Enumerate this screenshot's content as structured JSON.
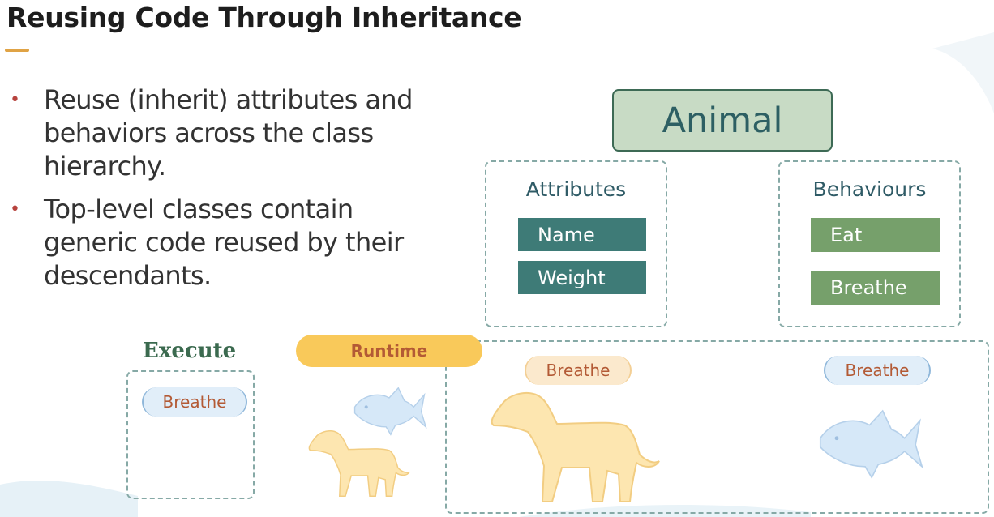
{
  "title": "Reusing Code Through Inheritance",
  "bullets": [
    "Reuse (inherit) attributes and behaviors across the class hierarchy.",
    "Top-level classes contain generic code reused by their descendants."
  ],
  "diagram": {
    "class_name": "Animal",
    "attributes_title": "Attributes",
    "attributes": [
      "Name",
      "Weight"
    ],
    "behaviours_title": "Behaviours",
    "behaviours": [
      "Eat",
      "Breathe"
    ],
    "execute_label": "Execute",
    "execute_method": "Breathe",
    "runtime_label": "Runtime",
    "dog_method": "Breathe",
    "fish_method": "Breathe"
  },
  "colors": {
    "accent_underline": "#e0a345",
    "bullet": "#b7433e",
    "animal_fill": "#c8dbc5",
    "attribute_chip": "#3e7b77",
    "behaviour_chip": "#76a06b",
    "runtime_pill": "#f9c95a",
    "dog_fill": "#fde6b0",
    "fish_fill": "#d6e8f8"
  },
  "icons": [
    "dog-icon",
    "fish-icon"
  ]
}
